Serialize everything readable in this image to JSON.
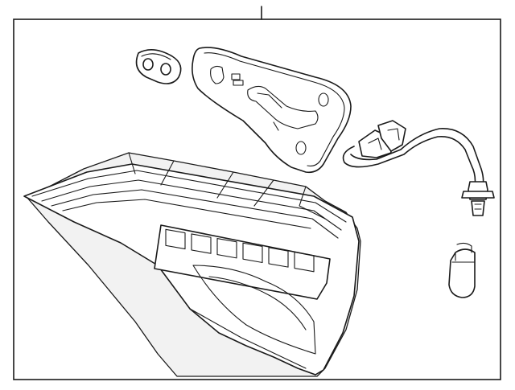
{
  "diagram": {
    "background_color": "#ffffff",
    "line_color": "#1a1a1a",
    "parts": [
      {
        "name": "grommet"
      },
      {
        "name": "mounting-bracket"
      },
      {
        "name": "wiring-harness"
      },
      {
        "name": "bulb-socket"
      },
      {
        "name": "bulb"
      },
      {
        "name": "tail-lamp-assembly"
      }
    ]
  }
}
